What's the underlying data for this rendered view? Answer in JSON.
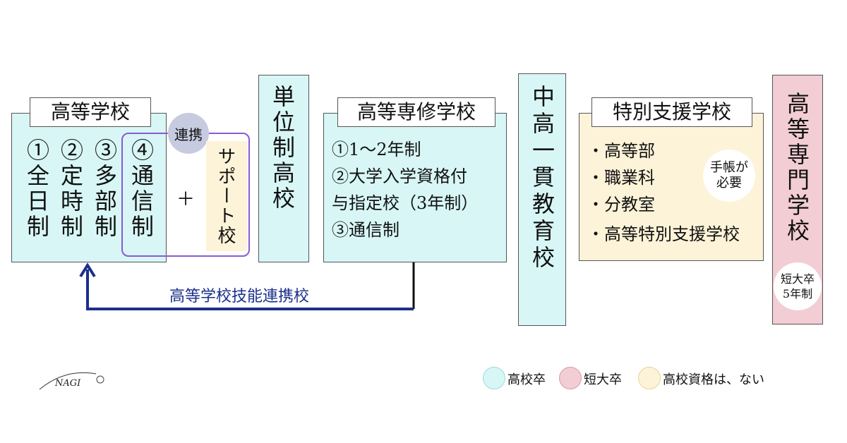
{
  "koto_gakko": {
    "title": "高等学校",
    "courses": [
      "①全日制",
      "②定時制",
      "③多部制",
      "④通信制"
    ],
    "renkei_label": "連携",
    "plus": "＋",
    "support_label": "サポート校"
  },
  "tanisei": {
    "label": "単位制高校"
  },
  "senshu": {
    "title": "高等専修学校",
    "lines": [
      "①1～2年制",
      "②大学入学資格付",
      "与指定校（3年制）",
      "③通信制"
    ]
  },
  "chuko": {
    "label": "中高一貫教育校"
  },
  "tokubetsu": {
    "title": "特別支援学校",
    "items": [
      "・高等部",
      "・職業科",
      "・分教室",
      "・高等特別支援学校"
    ],
    "note_line1": "手帳が",
    "note_line2": "必要"
  },
  "senmon": {
    "label": "高等専門学校",
    "note_line1": "短大卒",
    "note_line2": "5年制"
  },
  "gino_renkei": {
    "label": "高等学校技能連携校"
  },
  "logo": {
    "text": "NAGI"
  },
  "legend": [
    {
      "label": "高校卒",
      "color": "#d8f6f6"
    },
    {
      "label": "短大卒",
      "color": "#f2cdd3"
    },
    {
      "label": "高校資格は、ない",
      "color": "#fdf3d8"
    }
  ],
  "colors": {
    "arrow": "#1b2f8c",
    "purple": "#8a5ad6",
    "renkei_circle": "#c7cbe0"
  }
}
